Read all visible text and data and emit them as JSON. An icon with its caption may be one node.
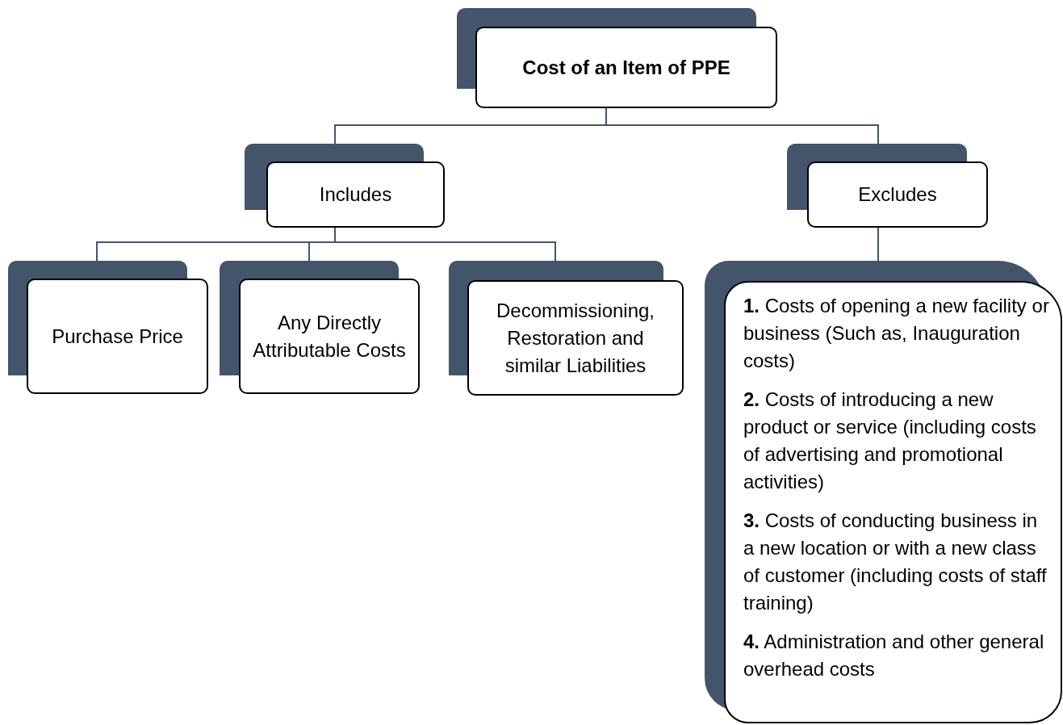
{
  "diagram": {
    "nodes": [
      {
        "text": [
          "Cost of an Item of PPE"
        ]
      },
      {
        "text": [
          "Includes"
        ]
      },
      {
        "text": [
          "Excludes"
        ]
      },
      {
        "text": [
          "Purchase Price"
        ]
      },
      {
        "text": [
          "Any Directly Attributable Costs"
        ]
      },
      {
        "text": [
          "Decommissioning, Restoration and similar Liabilities"
        ]
      },
      {
        "text": [
          "**1.** Costs of opening a new facility or business (Such as, Inauguration costs)",
          "**2.** Costs of introducing a new product or service (including costs of advertising and promotional activities)",
          "**3.** Costs of conducting business in a new location or with a new class of customer (including costs of staff training)",
          "**4.** Administration and other general overhead costs"
        ]
      }
    ],
    "edges": [
      {
        "from": 0,
        "to": 1,
        "arrow": "none"
      },
      {
        "from": 0,
        "to": 2,
        "arrow": "none"
      },
      {
        "from": 1,
        "to": 3,
        "arrow": "none"
      },
      {
        "from": 1,
        "to": 4,
        "arrow": "none"
      },
      {
        "from": 1,
        "to": 5,
        "arrow": "none"
      },
      {
        "from": 2,
        "to": 6,
        "arrow": "none"
      }
    ]
  }
}
